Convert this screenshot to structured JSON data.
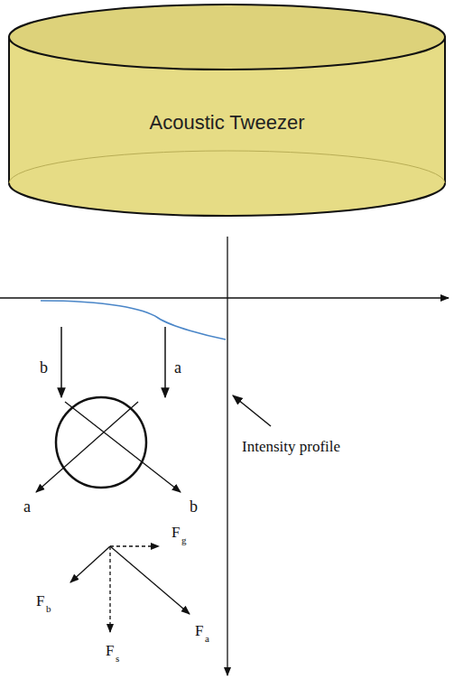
{
  "diagram": {
    "nodes": [
      {
        "text": [
          "Acoustic Tweezer"
        ]
      }
    ],
    "labels": [
      "b",
      "a",
      "a",
      "b",
      "Intensity profile",
      "F",
      "g",
      "F",
      "b",
      "F",
      "a",
      "F",
      "s"
    ]
  }
}
